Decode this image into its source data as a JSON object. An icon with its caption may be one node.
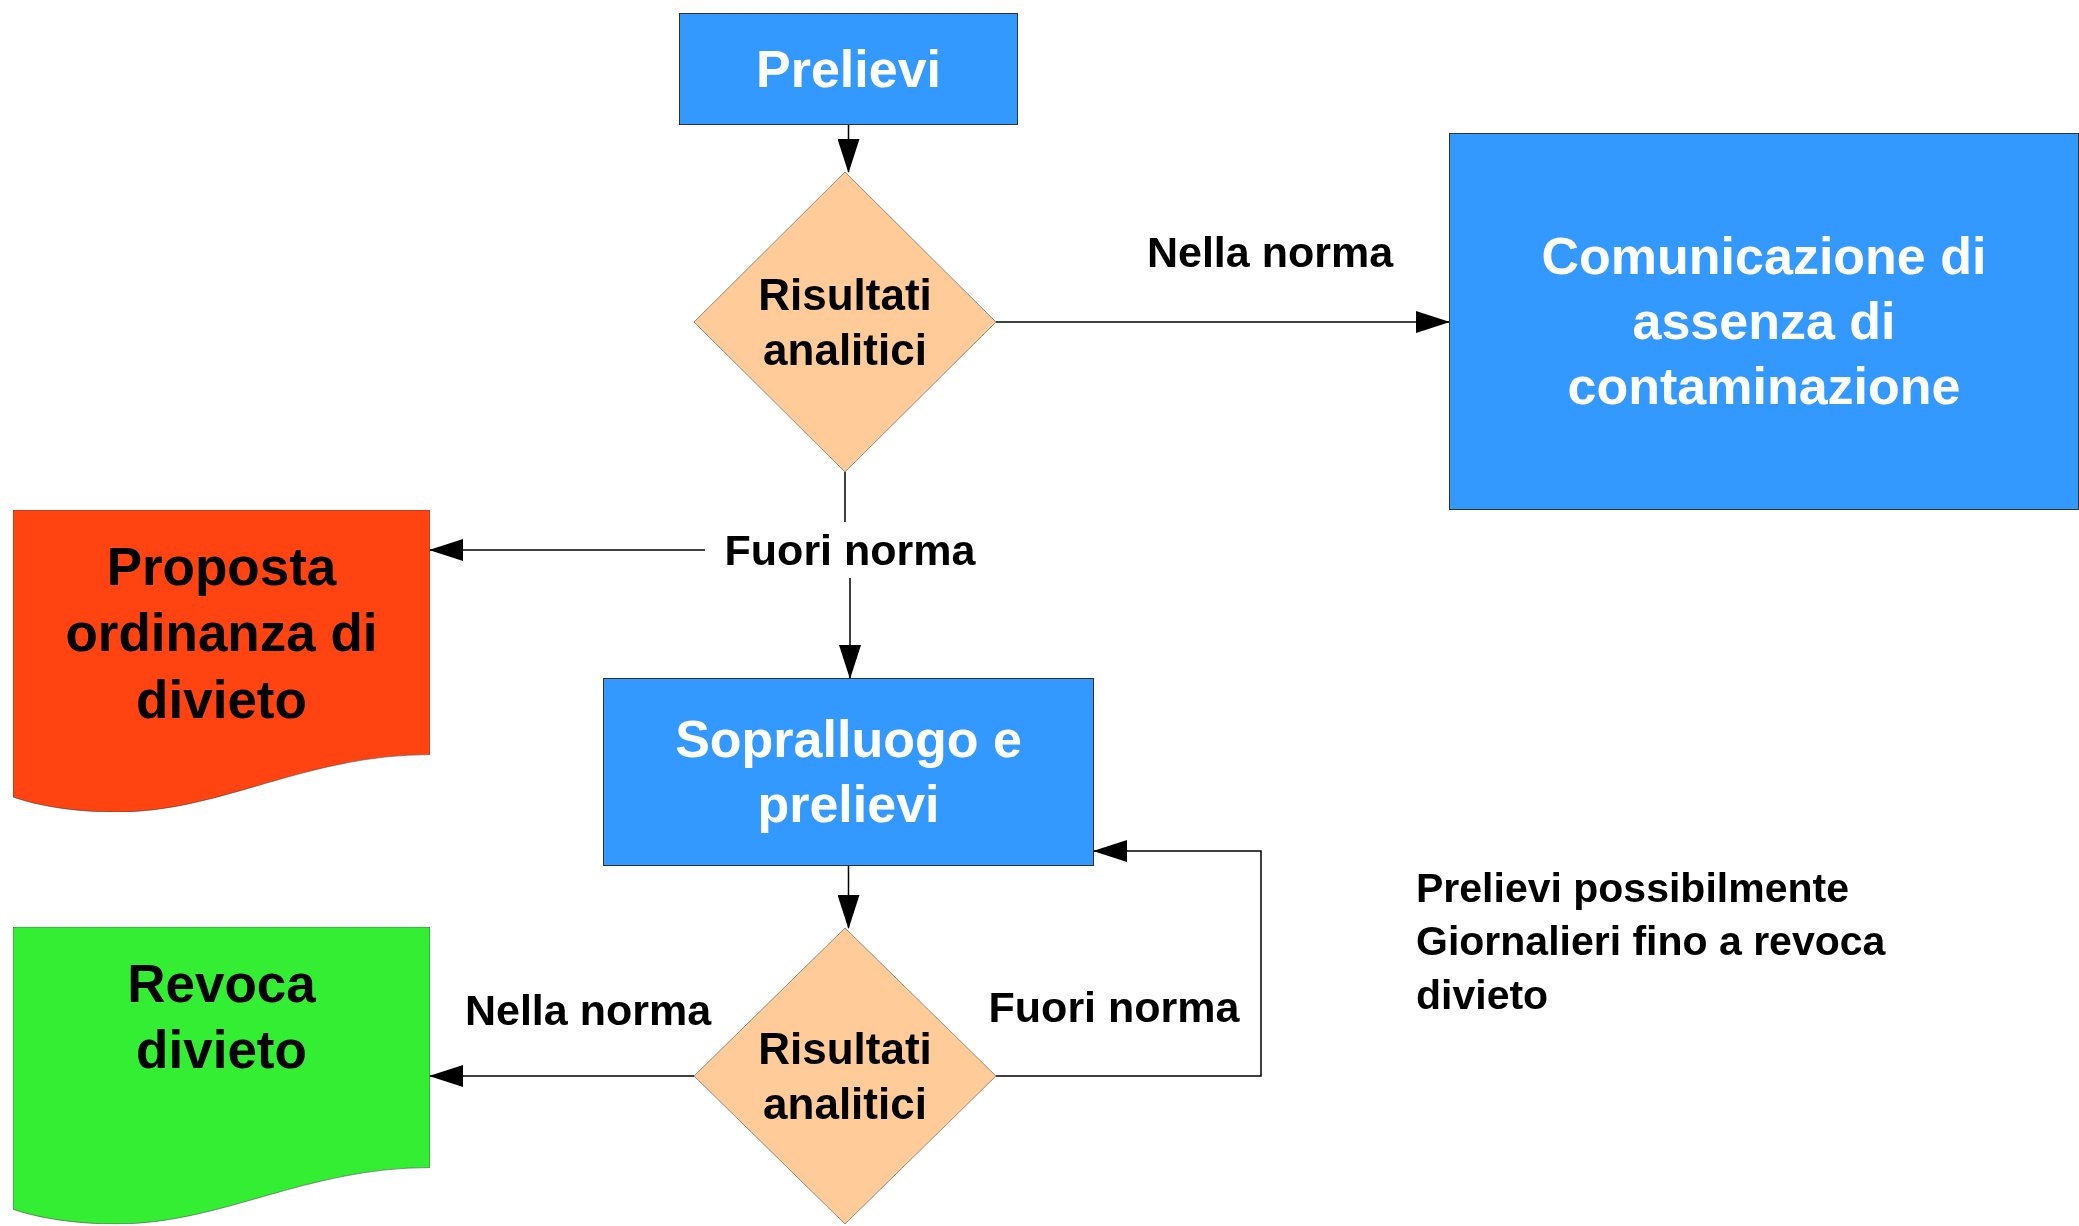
{
  "diagram": {
    "nodes": [
      {
        "text": [
          "Prelievi"
        ]
      },
      {
        "text": [
          "Risultati analitici"
        ]
      },
      {
        "text": [
          "Comunicazione di assenza di contaminazione"
        ]
      },
      {
        "text": [
          "Fuori norma"
        ]
      },
      {
        "text": [
          "Proposta ordinanza di divieto"
        ]
      },
      {
        "text": [
          "Sopralluogo e prelievi"
        ]
      },
      {
        "text": [
          "Risultati analitici"
        ]
      },
      {
        "text": [
          "Revoca divieto"
        ]
      }
    ],
    "edges": [
      {
        "from": 0,
        "to": 1,
        "arrow": "to"
      },
      {
        "from": 1,
        "to": 2,
        "arrow": "to",
        "label": "Nella norma"
      },
      {
        "from": 1,
        "to": 3,
        "arrow": "none"
      },
      {
        "from": 3,
        "to": 5,
        "arrow": "to"
      },
      {
        "from": 3,
        "to": 4,
        "arrow": "to"
      },
      {
        "from": 5,
        "to": 6,
        "arrow": "to"
      },
      {
        "from": 6,
        "to": 7,
        "arrow": "to",
        "label": "Nella norma"
      },
      {
        "from": 6,
        "to": 5,
        "arrow": "to",
        "label": "Fuori norma"
      }
    ],
    "labels": [
      "Prelievi possibilmente Giornalieri fino a revoca divieto"
    ]
  }
}
